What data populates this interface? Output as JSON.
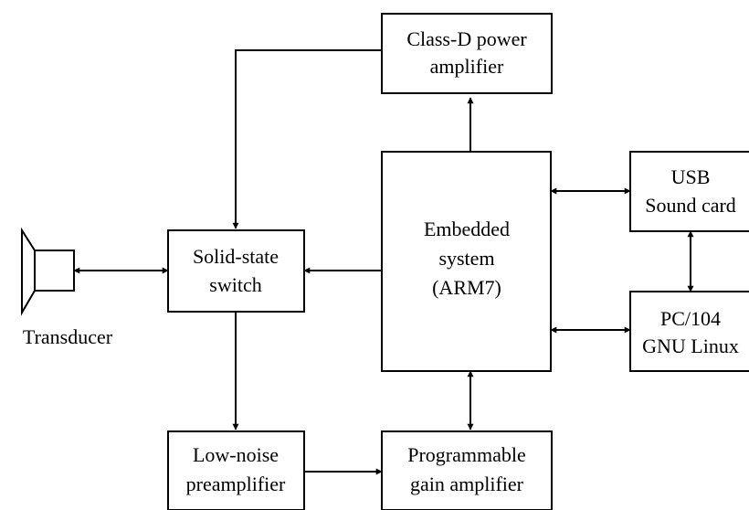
{
  "blocks": {
    "class_d": {
      "line1": "Class-D power",
      "line2": "amplifier"
    },
    "usb": {
      "line1": "USB",
      "line2": "Sound card"
    },
    "embedded": {
      "line1": "Embedded",
      "line2": "system",
      "line3": "(ARM7)"
    },
    "switch": {
      "line1": "Solid-state",
      "line2": "switch"
    },
    "pc104": {
      "line1": "PC/104",
      "line2": "GNU Linux"
    },
    "lna": {
      "line1": "Low-noise",
      "line2": "preamplifier"
    },
    "pga": {
      "line1": "Programmable",
      "line2": "gain amplifier"
    }
  },
  "transducer": {
    "label": "Transducer"
  },
  "colors": {
    "line": "#000000",
    "background": "#ffffff"
  }
}
